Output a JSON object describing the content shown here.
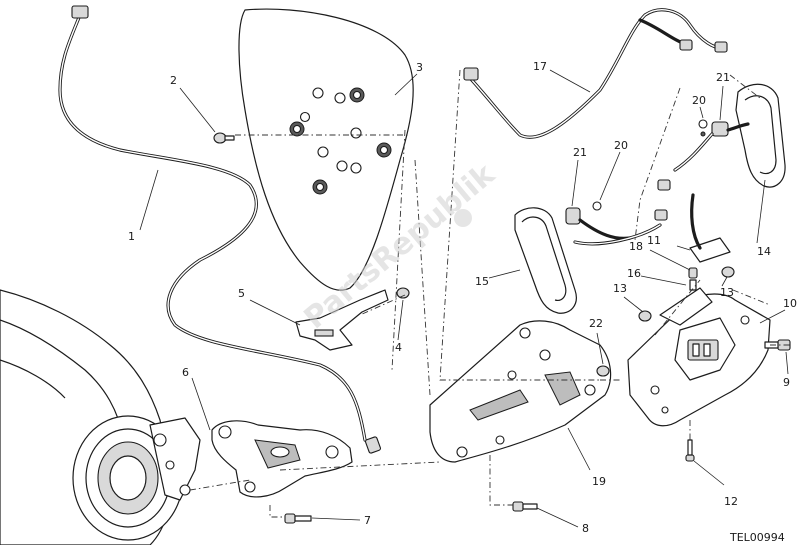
{
  "diagram": {
    "drawing_code": "TEL00994",
    "watermark_text": "PartsRepublik",
    "callouts": {
      "c1": "1",
      "c2": "2",
      "c3": "3",
      "c4": "4",
      "c5": "5",
      "c6": "6",
      "c7": "7",
      "c8": "8",
      "c9": "9",
      "c10": "10",
      "c11": "11",
      "c12": "12",
      "c13a": "13",
      "c13b": "13",
      "c14": "14",
      "c15": "15",
      "c16": "16",
      "c17": "17",
      "c18": "18",
      "c19": "19",
      "c20a": "20",
      "c20b": "20",
      "c21a": "21",
      "c21b": "21",
      "c22": "22"
    }
  }
}
